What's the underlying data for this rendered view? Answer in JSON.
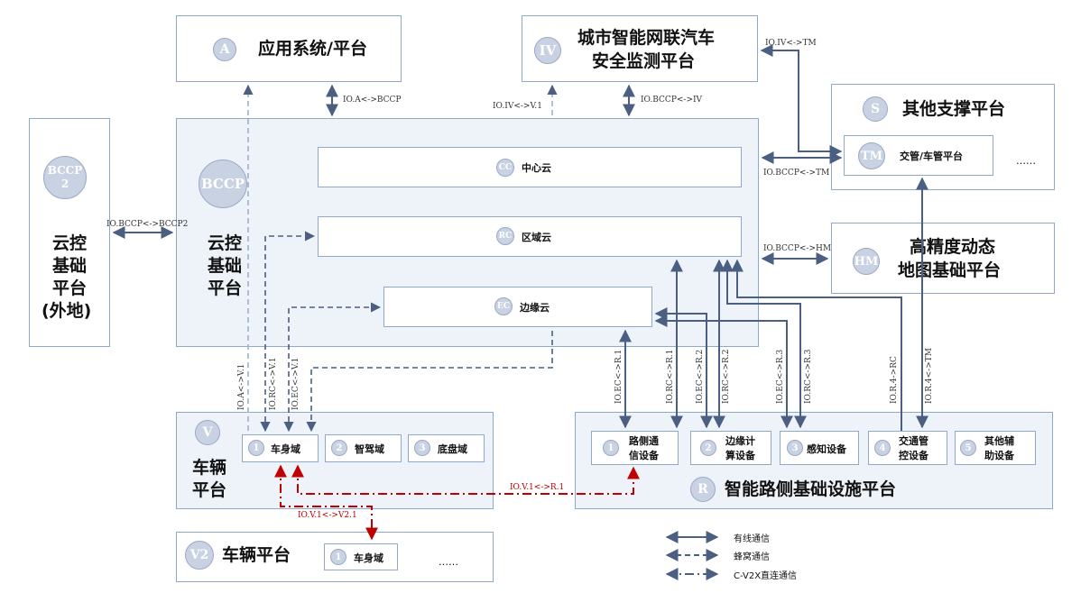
{
  "platforms": {
    "A": {
      "badge": "A",
      "title": "应用系统/平台"
    },
    "IV": {
      "badge": "IV",
      "title_line1": "城市智能网联汽车",
      "title_line2": "安全监测平台"
    },
    "S": {
      "badge": "S",
      "title": "其他支撑平台",
      "tm_badge": "TM",
      "tm_label": "交管/车管平台",
      "ellipsis": "……"
    },
    "HM": {
      "badge": "HM",
      "title_line1": "高精度动态",
      "title_line2": "地图基础平台"
    },
    "BCCP2": {
      "badge_line1": "BCCP",
      "badge_line2": "2",
      "title_lines": [
        "云控",
        "基础",
        "平台",
        "(外地)"
      ]
    },
    "BCCP": {
      "badge": "BCCP",
      "title_lines": [
        "云控",
        "基础",
        "平台"
      ],
      "clouds": [
        {
          "badge": "CC",
          "label": "中心云"
        },
        {
          "badge": "RC",
          "label": "区域云"
        },
        {
          "badge": "EC",
          "label": "边缘云"
        }
      ]
    },
    "V": {
      "badge": "V",
      "title_lines": [
        "车辆",
        "平台"
      ],
      "domains": [
        {
          "num": "1",
          "label": "车身域"
        },
        {
          "num": "2",
          "label": "智驾域"
        },
        {
          "num": "3",
          "label": "底盘域"
        }
      ]
    },
    "R": {
      "badge": "R",
      "title": "智能路侧基础设施平台",
      "devices": [
        {
          "num": "1",
          "lines": [
            "路侧通",
            "信设备"
          ]
        },
        {
          "num": "2",
          "lines": [
            "边缘计",
            "算设备"
          ]
        },
        {
          "num": "3",
          "lines": [
            "感知设备"
          ]
        },
        {
          "num": "4",
          "lines": [
            "交通管",
            "控设备"
          ]
        },
        {
          "num": "5",
          "lines": [
            "其他辅",
            "助设备"
          ]
        }
      ]
    },
    "V2": {
      "badge": "V2",
      "title": "车辆平台",
      "domain_num": "1",
      "domain_label": "车身域",
      "ellipsis": "……"
    }
  },
  "interfaces": {
    "a_bccp": "IO.A<->BCCP",
    "iv_v1": "IO.IV<->V.1",
    "bccp_iv": "IO.BCCP<->IV",
    "iv_tm": "IO.IV<->TM",
    "bccp_tm": "IO.BCCP<->TM",
    "bccp_hm": "IO.BCCP<->HM",
    "bccp_bccp2": "IO.BCCP<->BCCP2",
    "a_v1": "IO.A<->V.1",
    "rc_v1": "IO.RC<->V.1",
    "ec_v1": "IO.EC<->V.1",
    "ec_r1": "IO.EC<->R.1",
    "rc_r1": "IO.RC<->R.1",
    "ec_r2": "IO.EC<->R.2",
    "rc_r2": "IO.RC<->R.2",
    "ec_r3": "IO.EC<->R.3",
    "rc_r3": "IO.RC<->R.3",
    "r4_rc": "IO.R.4->RC",
    "r4_tm": "IO.R.4<->TM",
    "v1_r1": "IO.V.1<->R.1",
    "v1_v21": "IO.V.1<->V2.1"
  },
  "legend": [
    {
      "label": "有线通信",
      "style": "solid"
    },
    {
      "label": "蜂窝通信",
      "style": "dashed"
    },
    {
      "label": "C-V2X直连通信",
      "style": "dashdot"
    }
  ],
  "colors": {
    "link": "#4a5f82",
    "direct": "#c00000",
    "border": "#8ea9cc",
    "panel": "#eef3fa",
    "badge": "#c9d2e3"
  }
}
